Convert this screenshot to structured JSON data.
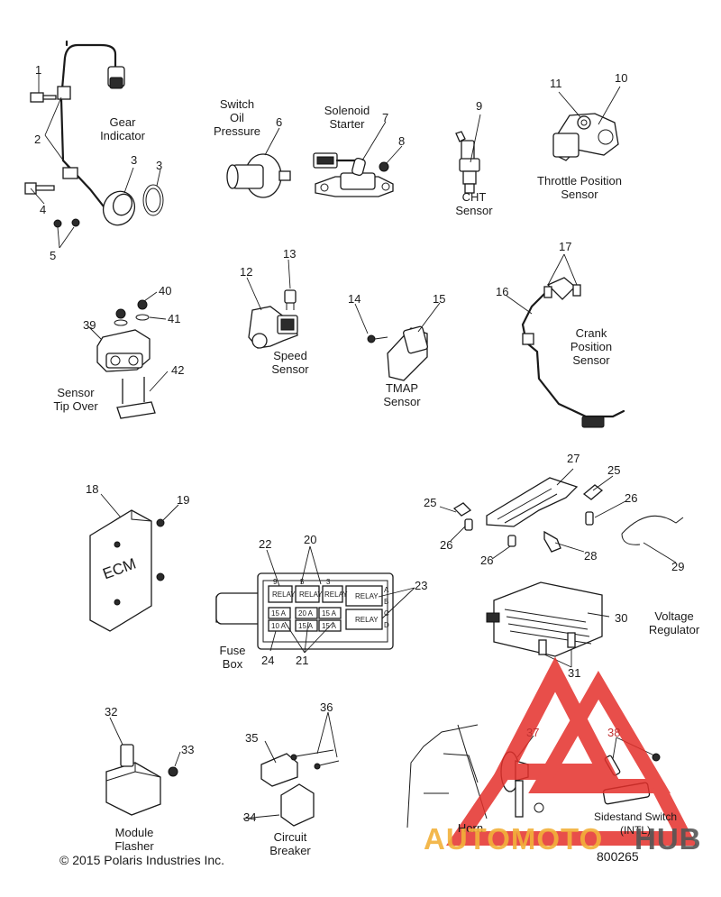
{
  "labels": {
    "gear_indicator": [
      "Gear",
      "Indicator"
    ],
    "switch_oil_pressure": [
      "Switch",
      "Oil",
      "Pressure"
    ],
    "solenoid_starter": [
      "Solenoid",
      "Starter"
    ],
    "cht_sensor": [
      "CHT",
      "Sensor"
    ],
    "throttle_position_sensor": [
      "Throttle Position",
      "Sensor"
    ],
    "sensor_tip_over": [
      "Sensor",
      "Tip Over"
    ],
    "speed_sensor": [
      "Speed",
      "Sensor"
    ],
    "tmap_sensor": [
      "TMAP",
      "Sensor"
    ],
    "crank_position_sensor": [
      "Crank",
      "Position",
      "Sensor"
    ],
    "voltage_regulator": [
      "Voltage",
      "Regulator"
    ],
    "fuse_box": [
      "Fuse",
      "Box"
    ],
    "module_flasher": [
      "Module",
      "Flasher"
    ],
    "circuit_breaker": [
      "Circuit",
      "Breaker"
    ],
    "horn": "Horn",
    "sidestand_switch": [
      "Sidestand Switch",
      "(INTL)"
    ]
  },
  "callouts": [
    "1",
    "2",
    "3",
    "3",
    "4",
    "5",
    "6",
    "7",
    "8",
    "9",
    "10",
    "11",
    "12",
    "13",
    "14",
    "15",
    "16",
    "17",
    "18",
    "19",
    "20",
    "21",
    "22",
    "23",
    "24",
    "25",
    "25",
    "26",
    "26",
    "26",
    "27",
    "28",
    "29",
    "30",
    "31",
    "32",
    "33",
    "34",
    "35",
    "36",
    "37",
    "38",
    "39",
    "40",
    "41",
    "42"
  ],
  "fuse_box": {
    "col_labels": [
      "9",
      "5",
      "3",
      "A",
      "B",
      "C",
      "D"
    ],
    "relay_text": "RELAY",
    "fuses": [
      "15 A",
      "20 A",
      "15 A",
      "10 A",
      "15 A",
      "15 A"
    ]
  },
  "ecm_text": "ECM",
  "copyright": "© 2015 Polaris Industries Inc.",
  "diagram_number": "800265",
  "watermark": {
    "brand_left": "AUTOMOTO",
    "brand_right": "HUB",
    "color_red": "#e4302b",
    "color_orange": "#f2b13a"
  }
}
